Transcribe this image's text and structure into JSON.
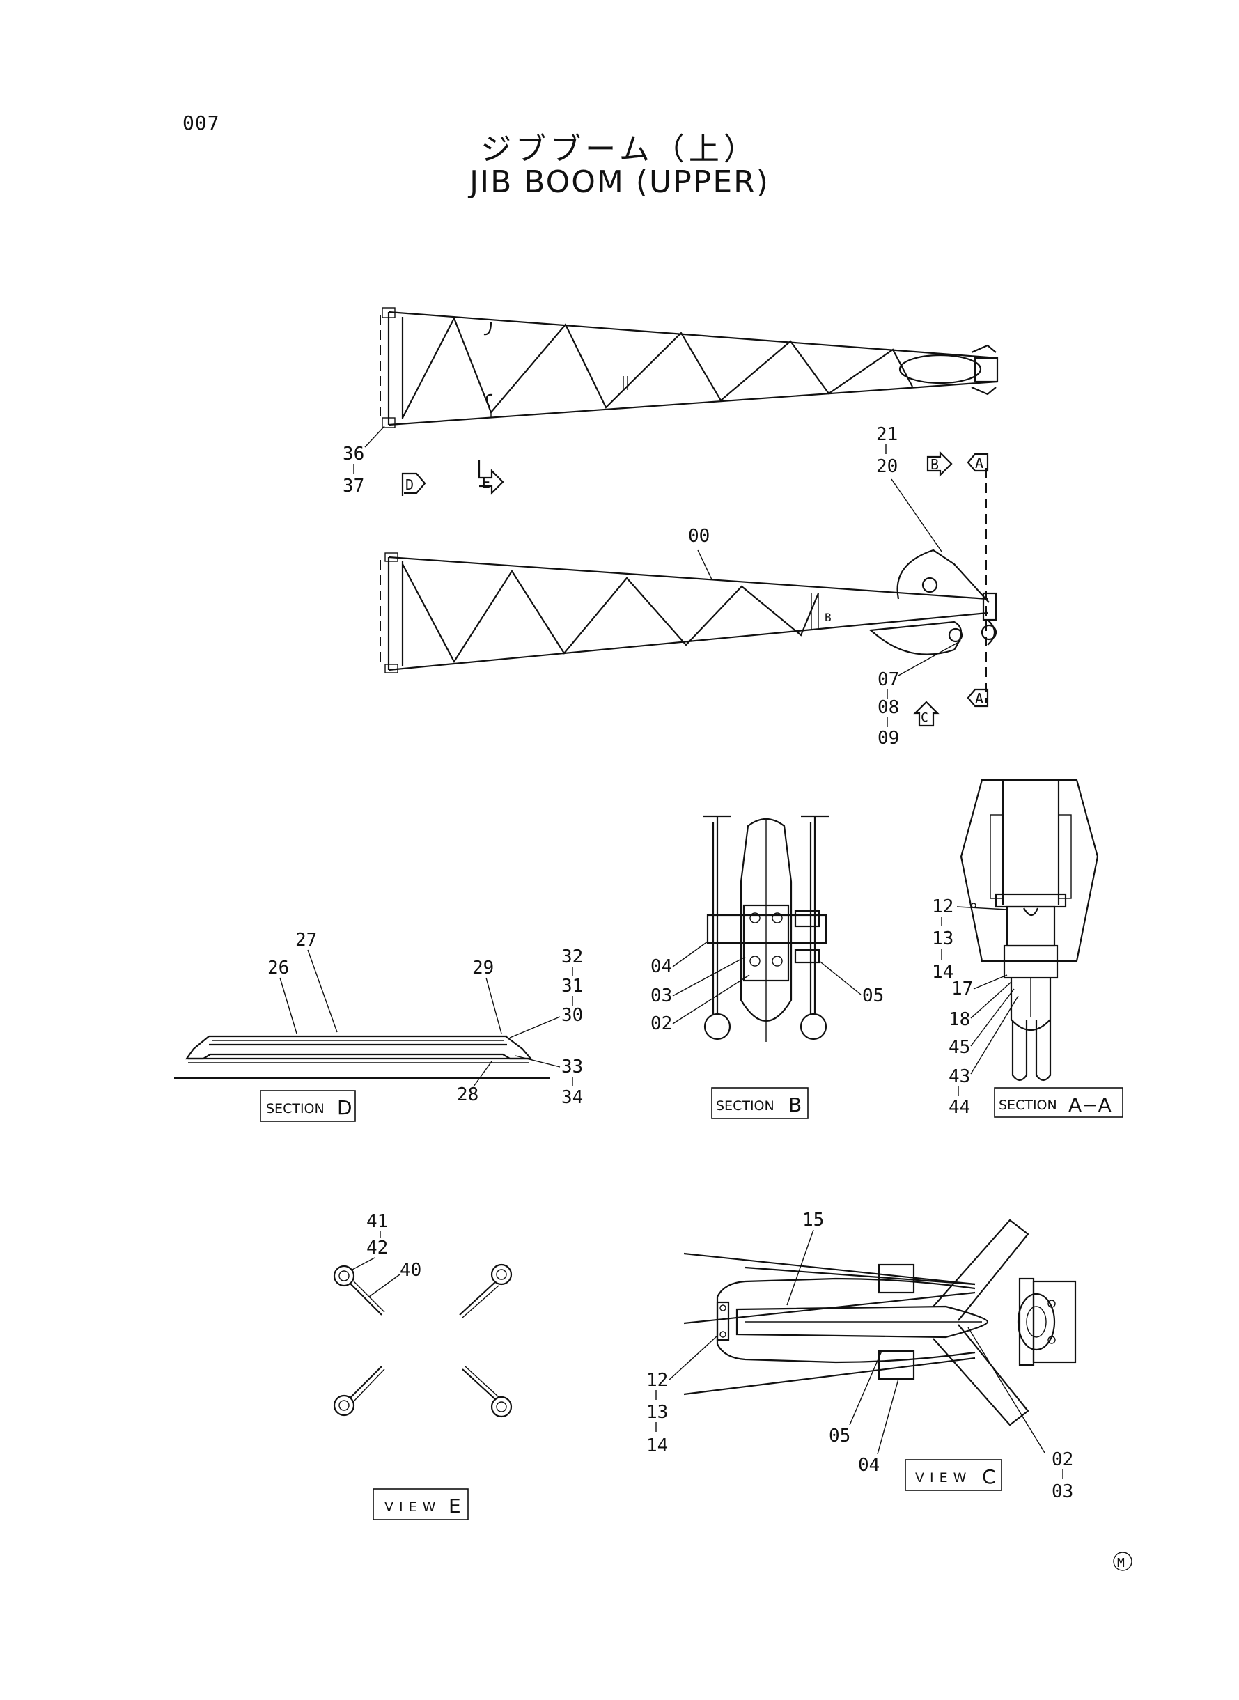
{
  "page_number": "007",
  "title_jp": "ジブブーム（上）",
  "title_en": "JIB BOOM (UPPER)",
  "view_markers": {
    "a_top": "A",
    "a_bottom": "A",
    "b": "B",
    "c": "C",
    "d": "D",
    "e": "E"
  },
  "callouts": {
    "c36": "36",
    "c37": "37",
    "c21": "21",
    "c20": "20",
    "c00": "00",
    "c07": "07",
    "c08": "08",
    "c09": "09",
    "sd_27": "27",
    "sd_26": "26",
    "sd_29": "29",
    "sd_32": "32",
    "sd_31": "31",
    "sd_30": "30",
    "sd_33": "33",
    "sd_34": "34",
    "sd_28": "28",
    "sb_04": "04",
    "sb_03": "03",
    "sb_02": "02",
    "sb_05": "05",
    "sa_12": "12",
    "sa_13": "13",
    "sa_14": "14",
    "sa_17": "17",
    "sa_18": "18",
    "sa_45": "45",
    "sa_43": "43",
    "sa_44": "44",
    "ve_41": "41",
    "ve_42": "42",
    "ve_40": "40",
    "vc_15": "15",
    "vc_12": "12",
    "vc_13": "13",
    "vc_14": "14",
    "vc_05": "05",
    "vc_04": "04",
    "vc_02": "02",
    "vc_03": "03"
  },
  "labels": {
    "section_d_word": "SECTION",
    "section_d_letter": "D",
    "section_b_word": "SECTION",
    "section_b_letter": "B",
    "section_aa_word": "SECTION",
    "section_aa_letter": "A−A",
    "view_e_word": "VIEW",
    "view_e_letter": "E",
    "view_c_word": "VIEW",
    "view_c_letter": "C",
    "b_mark": "B",
    "corner_mark": "M"
  }
}
